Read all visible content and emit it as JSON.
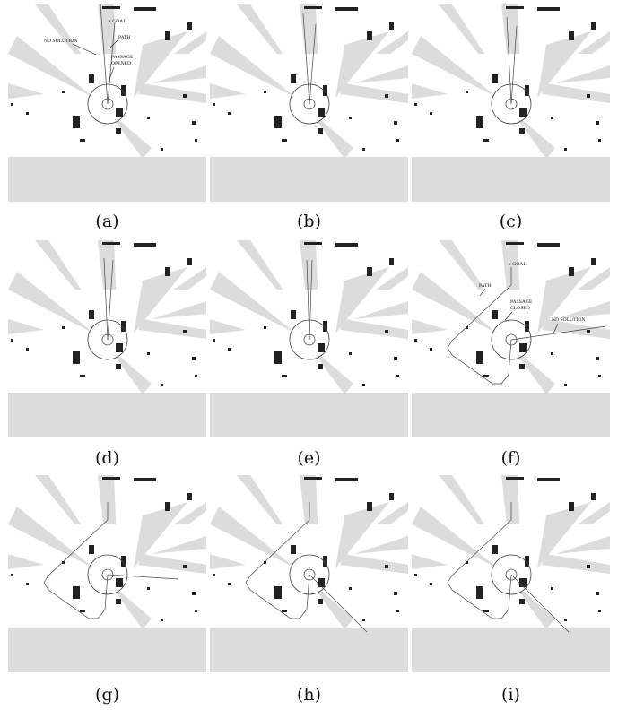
{
  "colors": {
    "free": "#ffffff",
    "unknown": "#dcdcdc",
    "obstacle": "#222222",
    "path": "#555555"
  },
  "panels": [
    {
      "caption": "(a)",
      "annotations": {
        "goal": "x GOAL",
        "nd_solution": "ND SOLUTION",
        "path": "PATH",
        "passage": [
          "PASSAGE",
          "OPENED"
        ]
      }
    },
    {
      "caption": "(b)"
    },
    {
      "caption": "(c)"
    },
    {
      "caption": "(d)"
    },
    {
      "caption": "(e)"
    },
    {
      "caption": "(f)",
      "annotations": {
        "goal": "x GOAL",
        "path": "PATH",
        "passage": [
          "PASSAGE",
          "CLOSED"
        ],
        "nd_solution": "ND SOLUTION"
      }
    },
    {
      "caption": "(g)"
    },
    {
      "caption": "(h)"
    },
    {
      "caption": "(i)"
    }
  ]
}
